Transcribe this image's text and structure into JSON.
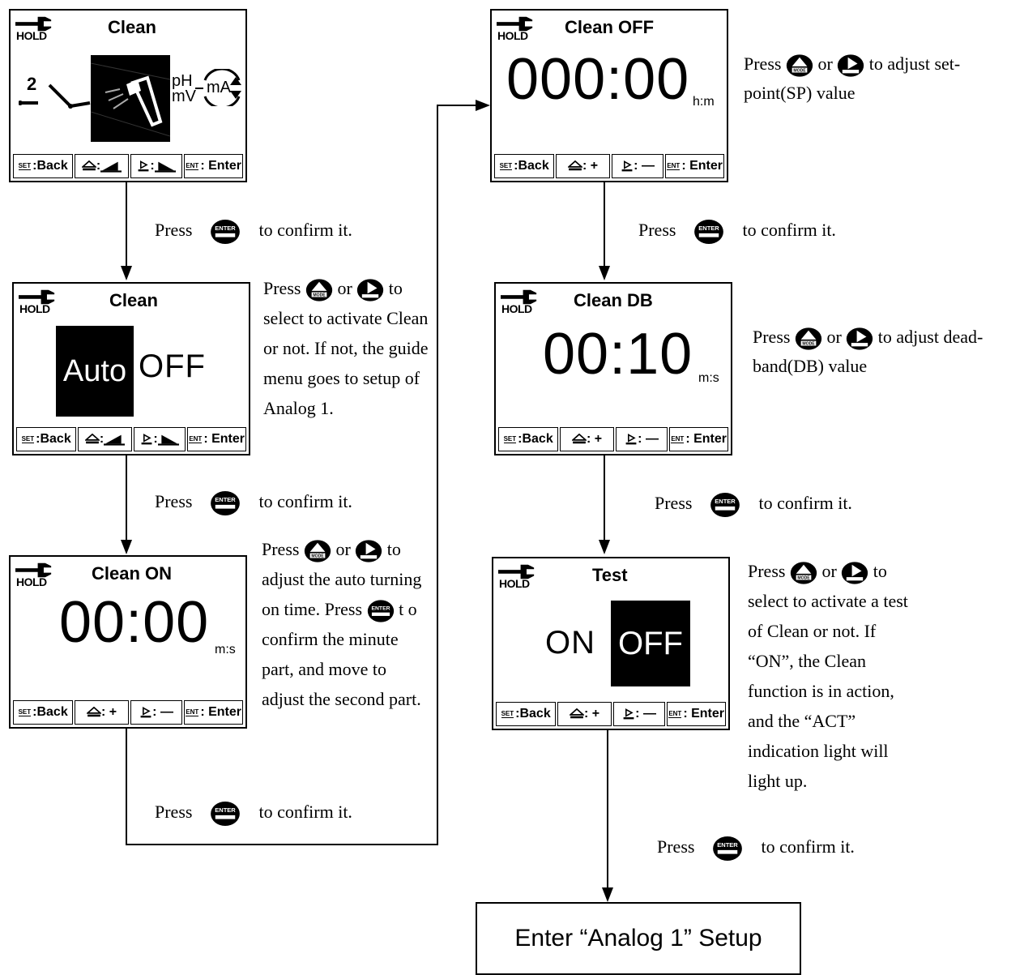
{
  "hold_label": "HOLD",
  "softkeys": {
    "back": ":Back",
    "enter": ": Enter",
    "set_tag": "SET",
    "ent_tag": "ENT",
    "plus": "+",
    "minus": "—"
  },
  "screens": {
    "clean_select": {
      "title": "Clean",
      "relay_number": "2",
      "ph_label": "pH",
      "mv_label": "mV",
      "ma_label": "mA"
    },
    "clean_mode": {
      "title": "Clean",
      "opt_selected": "Auto",
      "opt_other": "OFF"
    },
    "clean_on": {
      "title": "Clean ON",
      "value": "00:00",
      "unit": "m:s"
    },
    "clean_off": {
      "title": "Clean OFF",
      "value": "000:00",
      "unit": "h:m"
    },
    "clean_db": {
      "title": "Clean DB",
      "value": "00:10",
      "unit": "m:s"
    },
    "test": {
      "title": "Test",
      "opt_other": "ON",
      "opt_selected": "OFF"
    }
  },
  "keys": {
    "enter_label": "ENTER",
    "mode_label": "MODE"
  },
  "notes": {
    "press": "Press",
    "or": "or",
    "confirm": "to confirm it.",
    "clean_mode_desc": "to select to activate Clean or not. If not, the guide menu goes to setup of Analog 1.",
    "clean_on_desc_1": "to adjust the auto turning on time.",
    "clean_on_desc_2": "t o confirm the minute part, and move to adjust the second part.",
    "clean_off_desc": "to adjust set-point(SP) value",
    "clean_db_desc": "to adjust dead-band(DB) value",
    "test_desc": "to select to activate a test of Clean or not. If “ON”, the Clean function is in action, and the “ACT” indication light will light up."
  },
  "final_step": "Enter “Analog 1” Setup"
}
